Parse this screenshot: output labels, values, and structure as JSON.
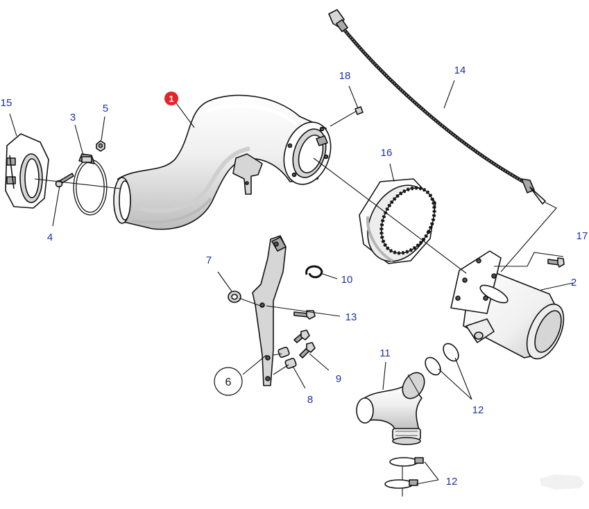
{
  "callouts": {
    "c1": "1",
    "c2": "2",
    "c3": "3",
    "c4": "4",
    "c5": "5",
    "c6": "6",
    "c7": "7",
    "c8": "8",
    "c9": "9",
    "c10": "10",
    "c11": "11",
    "c12a": "12",
    "c12b": "12",
    "c13": "13",
    "c14": "14",
    "c15": "15",
    "c16": "16",
    "c17": "17",
    "c18": "18"
  },
  "colors": {
    "callout_text": "#1f2fa8",
    "highlight_badge": "#e8222b",
    "line": "#111111"
  }
}
